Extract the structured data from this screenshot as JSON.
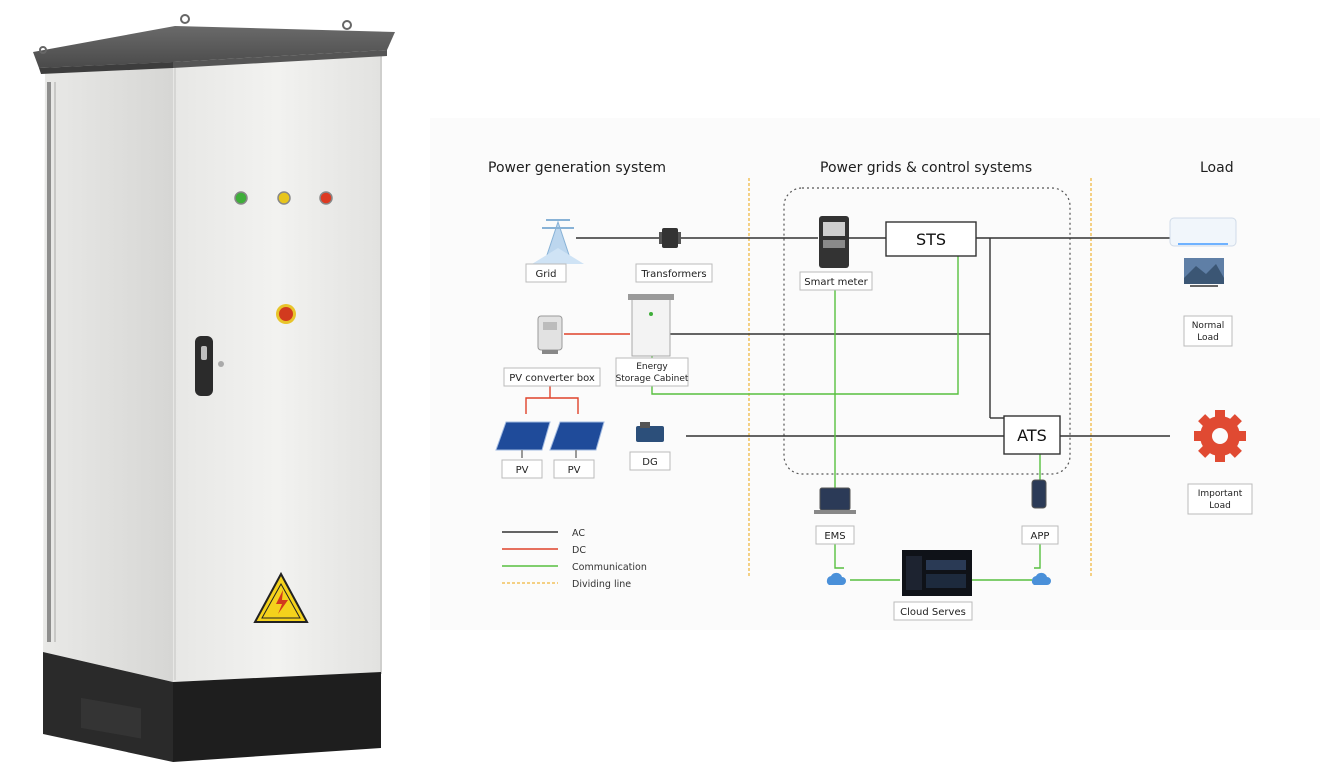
{
  "diagram": {
    "headers": {
      "generation": "Power generation system",
      "grids": "Power grids & control systems",
      "load": "Load"
    },
    "nodes": {
      "grid": "Grid",
      "transformers": "Transformers",
      "smart_meter": "Smart meter",
      "sts": "STS",
      "ats": "ATS",
      "pv_converter": "PV  converter box",
      "storage_line1": "Energy",
      "storage_line2": "Storage Cabinet",
      "pv1": "PV",
      "pv2": "PV",
      "dg": "DG",
      "ems": "EMS",
      "app": "APP",
      "cloud": "Cloud Serves",
      "normal_load_line1": "Normal",
      "normal_load_line2": "Load",
      "important_load_line1": "Important",
      "important_load_line2": "Load"
    },
    "legend": [
      {
        "label": "AC",
        "color": "#333333"
      },
      {
        "label": "DC",
        "color": "#e0432b"
      },
      {
        "label": "Communication",
        "color": "#58c03f"
      },
      {
        "label": "Dividing line",
        "color": "#f2c25c"
      }
    ]
  },
  "colors": {
    "ac": "#333333",
    "dc": "#e0432b",
    "communication": "#58c03f",
    "dividing": "#f2c25c",
    "gear": "#e04a32"
  }
}
